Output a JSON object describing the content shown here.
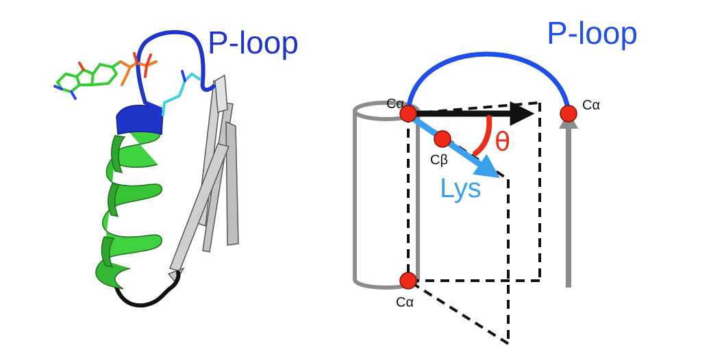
{
  "left_panel": {
    "label": "P-loop",
    "colors": {
      "helix": "#3fd13f",
      "ploop": "#1f35c8",
      "strands": "#c8c8c8",
      "coil": "#111111",
      "lysine": "#40d0e0",
      "ligand_carbon": "#33cc33",
      "ligand_phosphate": "#f07a2a"
    }
  },
  "right_panel": {
    "ploop_label": "P-loop",
    "ca_label": "Cα",
    "cb_label": "Cβ",
    "lys_label": "Lys",
    "theta_label": "θ",
    "colors": {
      "ploop_arc": "#1f4fe6",
      "lys_arrow": "#3aa0ee",
      "theta_arc": "#e8301a",
      "atom": "#ee2a1a",
      "frame": "#111111",
      "cylinder": "#8c8c8c"
    }
  }
}
